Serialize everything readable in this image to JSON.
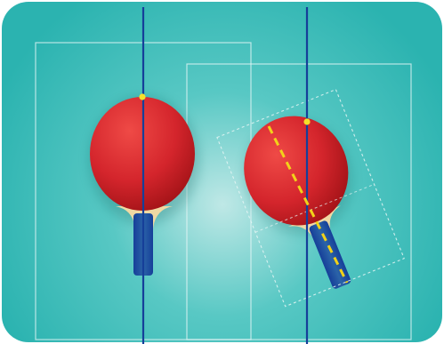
{
  "diagram": {
    "palette": {
      "background_outer": "#2bb3b0",
      "background_mid": "#58c8c4",
      "background_center": "#bfe8e6",
      "paddle_rubber": "#d4252c",
      "paddle_rubber_dark": "#9a1014",
      "paddle_rubber_light": "#ef4a46",
      "handle_blade": "#f0d9a3",
      "handle": "#2b63a8",
      "reference_line": "#163f99",
      "axis_line": "#f2d21a",
      "axis_point": "#f5e02a",
      "guide_box": "#e6f6f5"
    },
    "paddles": [
      {
        "name": "upright",
        "angle_deg": 0,
        "axis_style": "solid"
      },
      {
        "name": "tilted",
        "angle_deg": -22,
        "axis_style": "dashed"
      }
    ]
  }
}
